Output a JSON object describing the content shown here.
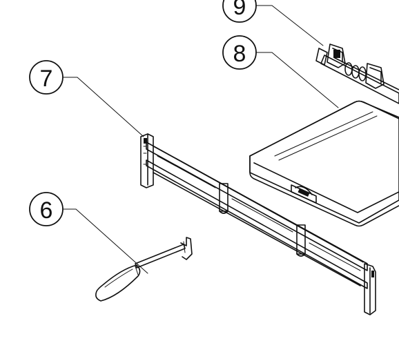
{
  "callouts": [
    {
      "id": "9",
      "label": "9"
    },
    {
      "id": "8",
      "label": "8"
    },
    {
      "id": "7",
      "label": "7"
    },
    {
      "id": "6",
      "label": "6"
    }
  ]
}
